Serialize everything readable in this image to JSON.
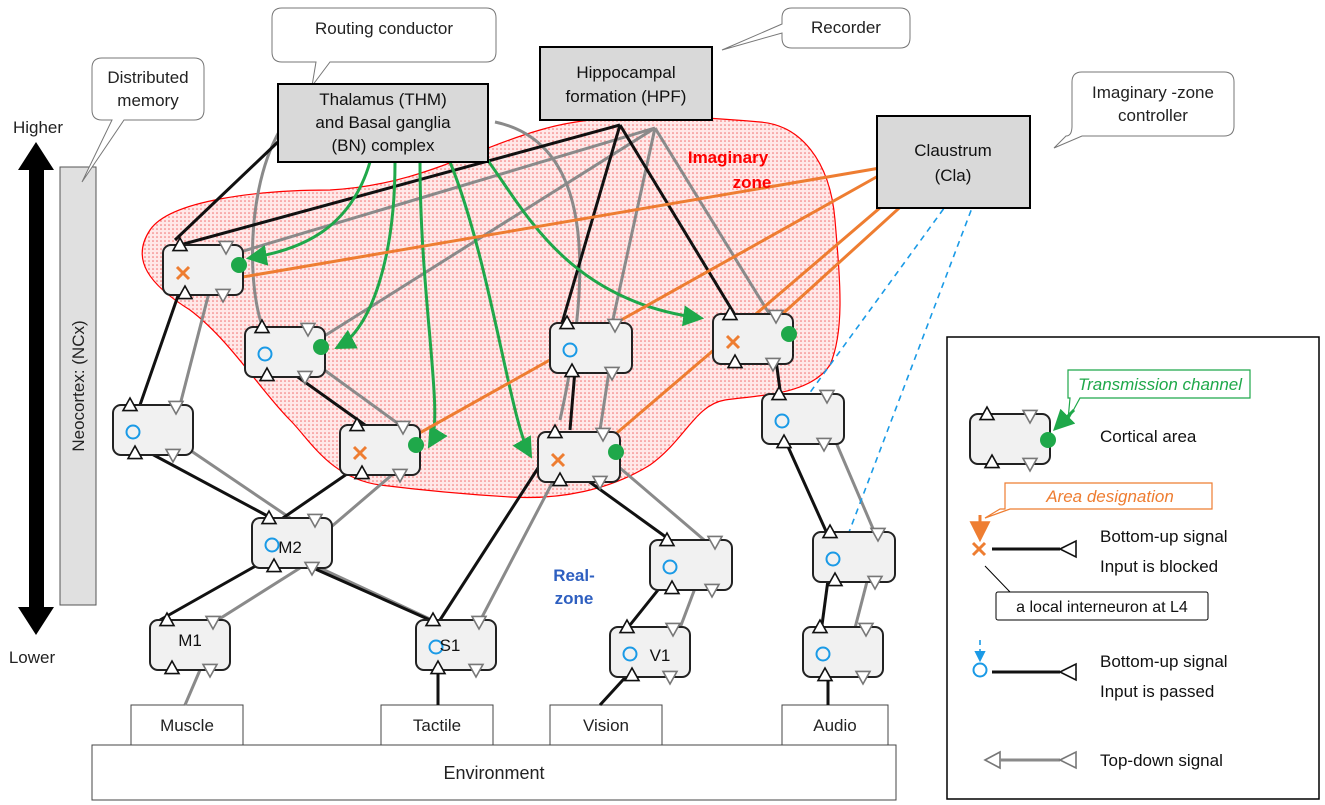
{
  "callouts": {
    "routing": "Routing conductor",
    "recorder": "Recorder",
    "memory_line1": "Distributed",
    "memory_line2": "memory",
    "controller_line1": "Imaginary -zone",
    "controller_line2": "controller"
  },
  "regions": {
    "thalamus_line1": "Thalamus (THM)",
    "thalamus_line2": "and Basal ganglia",
    "thalamus_line3": "(BN) complex",
    "hpf_line1": "Hippocampal",
    "hpf_line2": "formation (HPF)",
    "cla_line1": "Claustrum",
    "cla_line2": "(Cla)"
  },
  "zones": {
    "imaginary_line1": "Imaginary",
    "imaginary_line2": "zone",
    "real_line1": "Real-",
    "real_line2": "zone"
  },
  "axis": {
    "higher": "Higher",
    "lower": "Lower",
    "neocortex": "Neocortex: (NCx)"
  },
  "areas": {
    "m1": "M1",
    "m2": "M2",
    "s1": "S1",
    "v1": "V1"
  },
  "inputs": {
    "muscle": "Muscle",
    "tactile": "Tactile",
    "vision": "Vision",
    "audio": "Audio",
    "environment": "Environment"
  },
  "legend": {
    "transmission_channel": "Transmission channel",
    "cortical_area": "Cortical area",
    "area_designation": "Area designation",
    "blocked_line1": "Bottom-up signal",
    "blocked_line2": "Input is blocked",
    "interneuron": "a local interneuron at L4",
    "passed_line1": "Bottom-up signal",
    "passed_line2": "Input is passed",
    "topdown": "Top-down signal"
  },
  "colors": {
    "green": "#1fa84a",
    "orange": "#ee7d31",
    "blue": "#1a9ae6",
    "red": "#ff0000",
    "gray": "#8a8a8a",
    "real_zone": "#2e5fc0"
  }
}
